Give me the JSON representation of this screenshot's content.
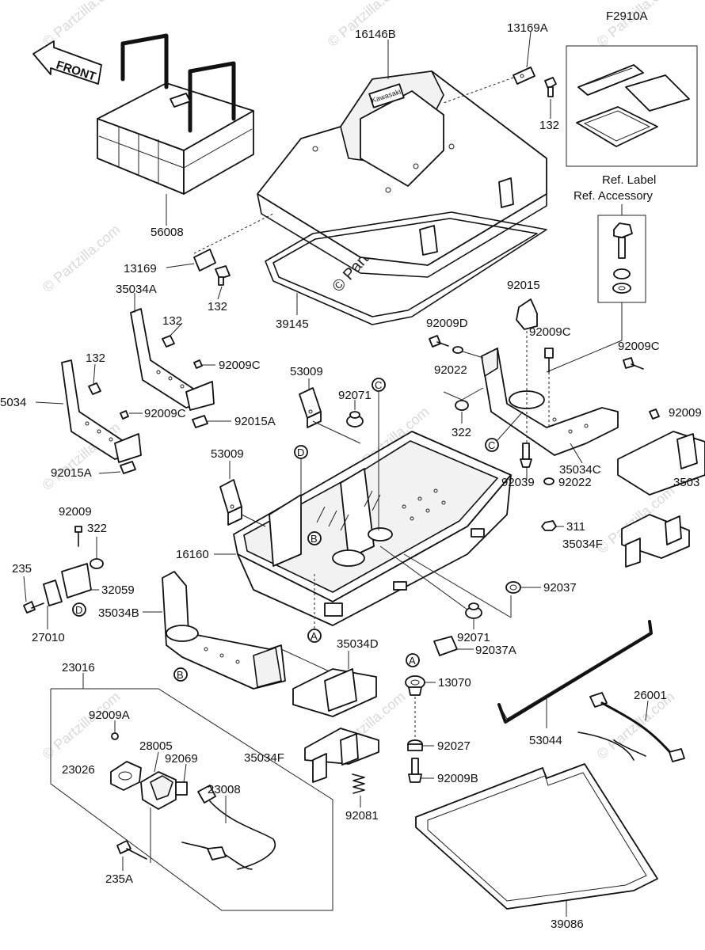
{
  "figure_code": "F2910A",
  "front_label": "FRONT",
  "brand_mark": "Kawasaki",
  "watermark": "© Partzilla.com",
  "ref_label": "Ref. Label",
  "ref_accessory": "Ref. Accessory",
  "parts": {
    "p16146B": "16146B",
    "p13169A": "13169A",
    "p132a": "132",
    "p56008": "56008",
    "p13169": "13169",
    "p132b": "132",
    "p35034A": "35034A",
    "p132c": "132",
    "p39145": "39145",
    "p92015": "92015",
    "p132d": "132",
    "p92009C_a": "92009C",
    "p5034": "5034",
    "p92009C_b": "92009C",
    "p92015A_a": "92015A",
    "p92015A_b": "92015A",
    "p53009a": "53009",
    "p92071a": "92071",
    "p92009D": "92009D",
    "p92022a": "92022",
    "p92009C_c": "92009C",
    "p92009C_d": "92009C",
    "p322a": "322",
    "p35034C": "35034C",
    "p92009": "92009",
    "p3503x": "3503",
    "p53009b": "53009",
    "p92039": "92039",
    "p92022b": "92022",
    "p311": "311",
    "p92009b": "92009",
    "p322b": "322",
    "p16160": "16160",
    "p35034F_a": "35034F",
    "p235": "235",
    "p32059": "32059",
    "p92037": "92037",
    "p27010": "27010",
    "p35034B": "35034B",
    "p92071b": "92071",
    "p35034D": "35034D",
    "p92037A": "92037A",
    "p23016": "23016",
    "p13070": "13070",
    "p26001": "26001",
    "p92009A": "92009A",
    "p28005": "28005",
    "p23026": "23026",
    "p92069": "92069",
    "p35034F_b": "35034F",
    "p92027": "92027",
    "p53044": "53044",
    "p23008": "23008",
    "p92009B": "92009B",
    "p92081": "92081",
    "p235A": "235A",
    "p39086": "39086"
  },
  "callouts": {
    "A1": "A",
    "A2": "A",
    "B1": "B",
    "B2": "B",
    "C1": "C",
    "C2": "C",
    "D1": "D",
    "D2": "D"
  }
}
